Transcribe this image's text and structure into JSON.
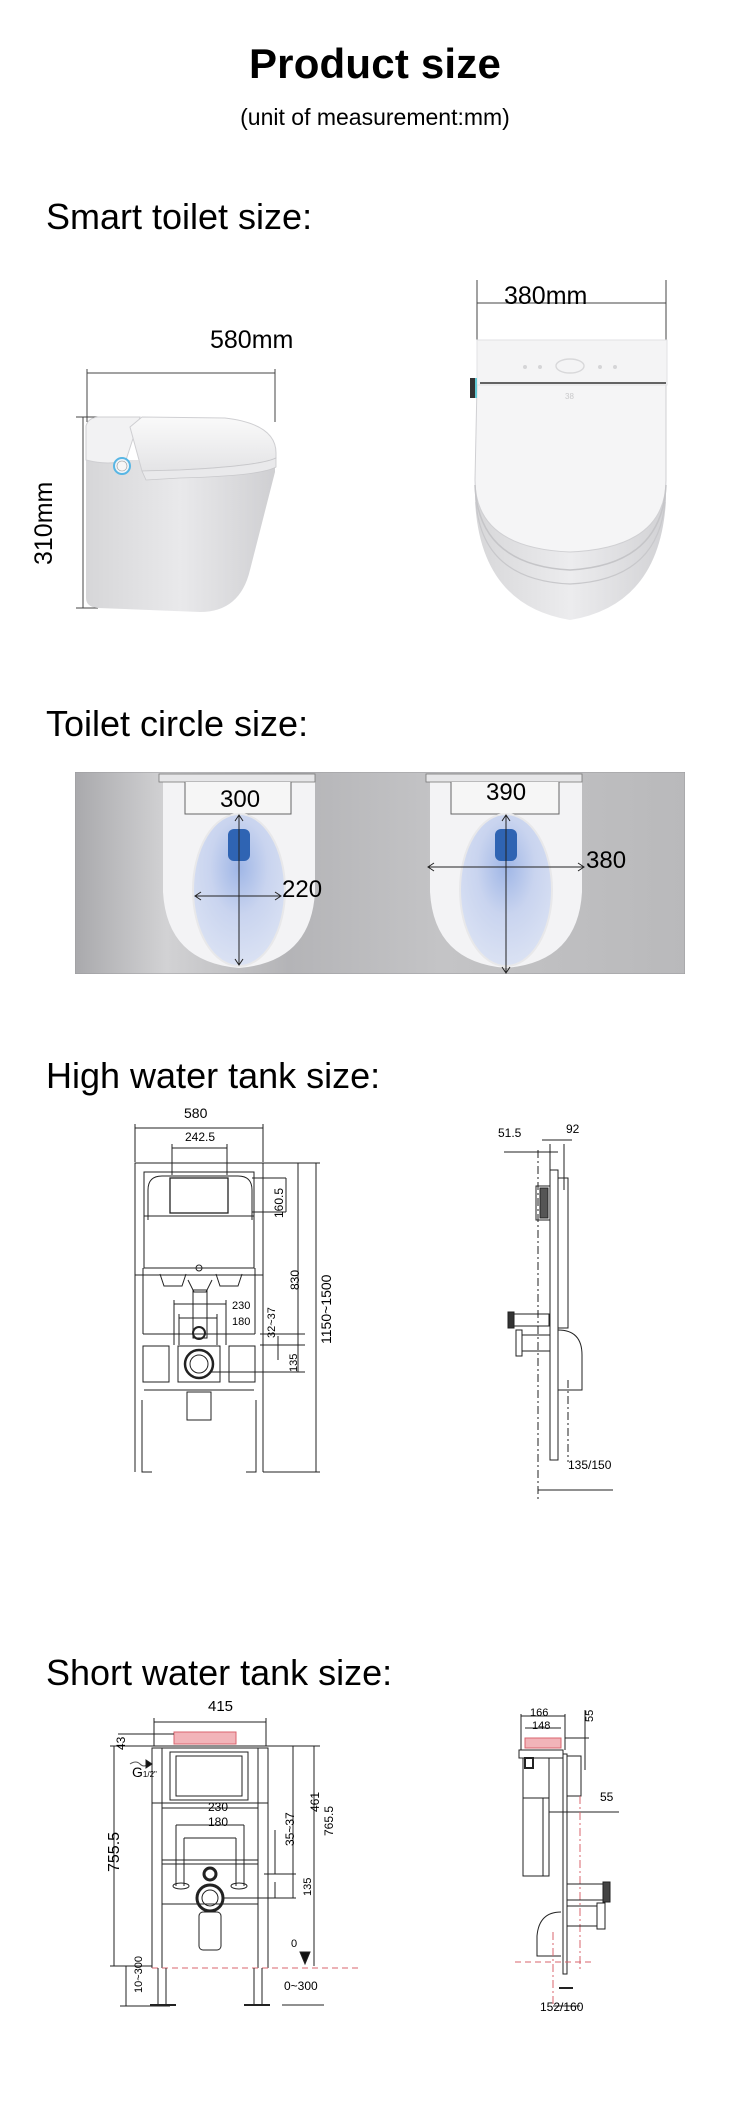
{
  "page": {
    "title": "Product size",
    "subtitle": "(unit of measurement:mm)"
  },
  "sections": {
    "smart_toilet": {
      "heading": "Smart toilet size:",
      "side_view": {
        "length": "580mm",
        "height": "310mm"
      },
      "top_view": {
        "width": "380mm",
        "display_temp": "38"
      }
    },
    "toilet_circle": {
      "heading": "Toilet circle size:",
      "inner": {
        "length": "300",
        "width": "220"
      },
      "outer": {
        "length": "390",
        "width": "380"
      },
      "colors": {
        "background": "#b9b9bb",
        "seat": "#f4f4f6",
        "bowl": "#c7d3ee",
        "water": "#2f64b3"
      }
    },
    "high_water_tank": {
      "heading": "High water tank size:",
      "front": {
        "frame_width": "580",
        "button_width": "242.5",
        "button_height": "160.5",
        "total_height": "1150~1500",
        "height_830": "830",
        "pipe_230": "230",
        "pipe_180": "180",
        "offset_32_37": "32~37",
        "offset_135": "135"
      },
      "side": {
        "depth_51_5": "51.5",
        "depth_92": "92",
        "bottom_135_150": "135/150"
      }
    },
    "short_water_tank": {
      "heading": "Short water tank size:",
      "front": {
        "frame_width": "415",
        "top_43": "43",
        "inlet_label": "G",
        "inlet_fraction": "1/2\"",
        "height_755_5": "755.5",
        "height_765_5": "765.5",
        "height_461": "461",
        "pipe_230": "230",
        "pipe_180": "180",
        "offset_35_37": "35~37",
        "offset_135": "135",
        "floor_level": "0",
        "leg_10_300": "10~300",
        "leg_0_300": "0~300"
      },
      "side": {
        "depth_166": "166",
        "depth_148": "148",
        "top_55": "55",
        "offset_55": "55",
        "bottom_152_160": "152/160"
      },
      "accent_color": "#d9646e"
    }
  }
}
